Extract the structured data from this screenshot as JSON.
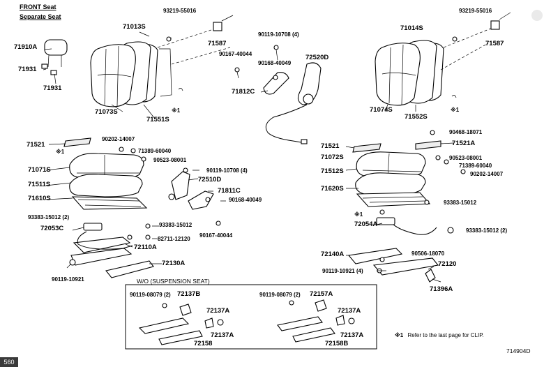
{
  "header": {
    "line1": "FRONT Seat",
    "line2": "Separate Seat"
  },
  "box_title": "W/O (SUSPENSION SEAT)",
  "note": {
    "mark": "※1",
    "text": "Refer to the last page for CLIP."
  },
  "figure_code": "714904D",
  "badge": "560",
  "parts": [
    {
      "id": "p93219L",
      "code": "93219-55016"
    },
    {
      "id": "p71013S",
      "code": "71013S"
    },
    {
      "id": "p71587L",
      "code": "71587"
    },
    {
      "id": "p71910A",
      "code": "71910A"
    },
    {
      "id": "p71931a",
      "code": "71931"
    },
    {
      "id": "p71931b",
      "code": "71931"
    },
    {
      "id": "p71073S",
      "code": "71073S"
    },
    {
      "id": "p71551S",
      "code": "71551S"
    },
    {
      "id": "pX1a",
      "code": "※1"
    },
    {
      "id": "p90119a",
      "code": "90119-10708 (4)"
    },
    {
      "id": "p90167a",
      "code": "90167-40044"
    },
    {
      "id": "p72520D",
      "code": "72520D"
    },
    {
      "id": "p90168a",
      "code": "90168-40049"
    },
    {
      "id": "p71812C",
      "code": "71812C"
    },
    {
      "id": "p71521L",
      "code": "71521"
    },
    {
      "id": "p90202L",
      "code": "90202-14007"
    },
    {
      "id": "pX1b",
      "code": "※1"
    },
    {
      "id": "p71389L",
      "code": "71389-60040"
    },
    {
      "id": "p90523L",
      "code": "90523-08001"
    },
    {
      "id": "p71071S",
      "code": "71071S"
    },
    {
      "id": "p90119b",
      "code": "90119-10708 (4)"
    },
    {
      "id": "p72510D",
      "code": "72510D"
    },
    {
      "id": "p71511S",
      "code": "71511S"
    },
    {
      "id": "p71811C",
      "code": "71811C"
    },
    {
      "id": "p71610S",
      "code": "71610S"
    },
    {
      "id": "p90168b",
      "code": "90168-40049"
    },
    {
      "id": "p93383L1",
      "code": "93383-15012 (2)"
    },
    {
      "id": "p93383L2",
      "code": "93383-15012"
    },
    {
      "id": "p72053C",
      "code": "72053C"
    },
    {
      "id": "p90167b",
      "code": "90167-40044"
    },
    {
      "id": "p82711",
      "code": "82711-12120"
    },
    {
      "id": "p72110A",
      "code": "72110A"
    },
    {
      "id": "p72130A",
      "code": "72130A"
    },
    {
      "id": "p90119c",
      "code": "90119-10921"
    },
    {
      "id": "p93219R",
      "code": "93219-55016"
    },
    {
      "id": "p71014S",
      "code": "71014S"
    },
    {
      "id": "p71587R",
      "code": "71587"
    },
    {
      "id": "p71074S",
      "code": "71074S"
    },
    {
      "id": "p71552S",
      "code": "71552S"
    },
    {
      "id": "pX1c",
      "code": "※1"
    },
    {
      "id": "p90468",
      "code": "90468-18071"
    },
    {
      "id": "p71521R",
      "code": "71521"
    },
    {
      "id": "p71521A",
      "code": "71521A"
    },
    {
      "id": "p71072S",
      "code": "71072S"
    },
    {
      "id": "p90523R",
      "code": "90523-08001"
    },
    {
      "id": "p71389R",
      "code": "71389-60040"
    },
    {
      "id": "p71512S",
      "code": "71512S"
    },
    {
      "id": "p90202R",
      "code": "90202-14007"
    },
    {
      "id": "p71620S",
      "code": "71620S"
    },
    {
      "id": "p93383R1",
      "code": "93383-15012"
    },
    {
      "id": "pX1d",
      "code": "※1"
    },
    {
      "id": "p72054A",
      "code": "72054A"
    },
    {
      "id": "p93383R2",
      "code": "93383-15012 (2)"
    },
    {
      "id": "p72140A",
      "code": "72140A"
    },
    {
      "id": "p90506",
      "code": "90506-18070"
    },
    {
      "id": "p72120",
      "code": "72120"
    },
    {
      "id": "p90119d",
      "code": "90119-10921 (4)"
    },
    {
      "id": "p71396A",
      "code": "71396A"
    },
    {
      "id": "p90119e",
      "code": "90119-08079 (2)"
    },
    {
      "id": "p72137B",
      "code": "72137B"
    },
    {
      "id": "p72137Aa",
      "code": "72137A"
    },
    {
      "id": "p72137Ab",
      "code": "72137A"
    },
    {
      "id": "p72158",
      "code": "72158"
    },
    {
      "id": "p90119f",
      "code": "90119-08079 (2)"
    },
    {
      "id": "p72157A",
      "code": "72157A"
    },
    {
      "id": "p72137Ac",
      "code": "72137A"
    },
    {
      "id": "p72137Ad",
      "code": "72137A"
    },
    {
      "id": "p72158B",
      "code": "72158B"
    }
  ]
}
